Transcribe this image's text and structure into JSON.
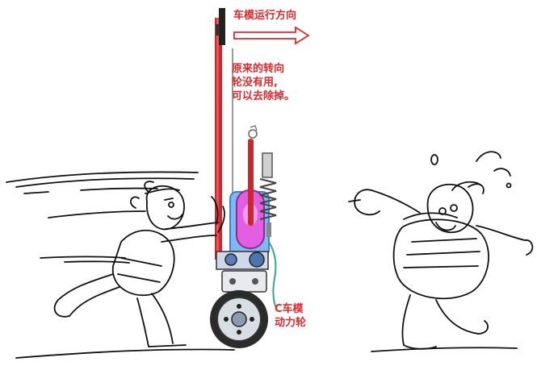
{
  "annotations": {
    "direction": "车模运行方向",
    "steering_lines": [
      "原来的转向",
      "轮没有用,",
      "可以去除掉。"
    ],
    "drive_wheel_lines": [
      "C车模",
      "动力轮"
    ]
  },
  "colors": {
    "annotation_red": "#e0282c",
    "frame_red": "#c62a2e",
    "battery_blue": "#7fb8f2",
    "motor_magenta": "#e35ee0",
    "cable_teal": "#3aa38e",
    "ink": "#111111"
  },
  "icons": [
    "direction-arrow-icon"
  ]
}
